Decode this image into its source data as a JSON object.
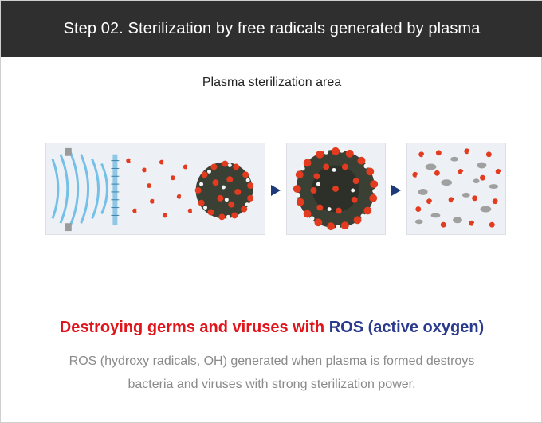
{
  "header": {
    "title": "Step 02. Sterilization by free radicals generated by plasma"
  },
  "area_label": "Plasma sterilization area",
  "headline": {
    "part1": "Destroying germs and viruses with",
    "part2": "ROS (active oxygen)"
  },
  "description": {
    "line1": "ROS (hydroxy radicals, OH) generated when plasma is formed destroys",
    "line2": "bacteria and viruses with strong sterilization power."
  },
  "colors": {
    "header_bg": "#2f2f2f",
    "headline_red": "#e0141a",
    "headline_blue": "#2a3a8c",
    "arrow": "#1e3a7a",
    "description": "#8a8a8a"
  },
  "illustrations": [
    {
      "name": "plasma-generator-emitting-radicals-image"
    },
    {
      "name": "virus-covered-by-radicals-image"
    },
    {
      "name": "virus-destroyed-image"
    }
  ],
  "icons": [
    "arrow-right-icon",
    "arrow-right-icon"
  ]
}
